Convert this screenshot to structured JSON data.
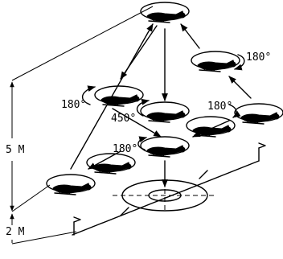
{
  "height_labels": {
    "upper": "5 M",
    "lower": "2 M"
  },
  "turn_labels": {
    "top_right": "180°",
    "left": "180°",
    "center": "450°",
    "right": "180°",
    "lower": "180°"
  },
  "icons": [
    "helicopter-icon",
    "landing-pad-icon",
    "flag-icon",
    "curved-arrow-icon"
  ]
}
